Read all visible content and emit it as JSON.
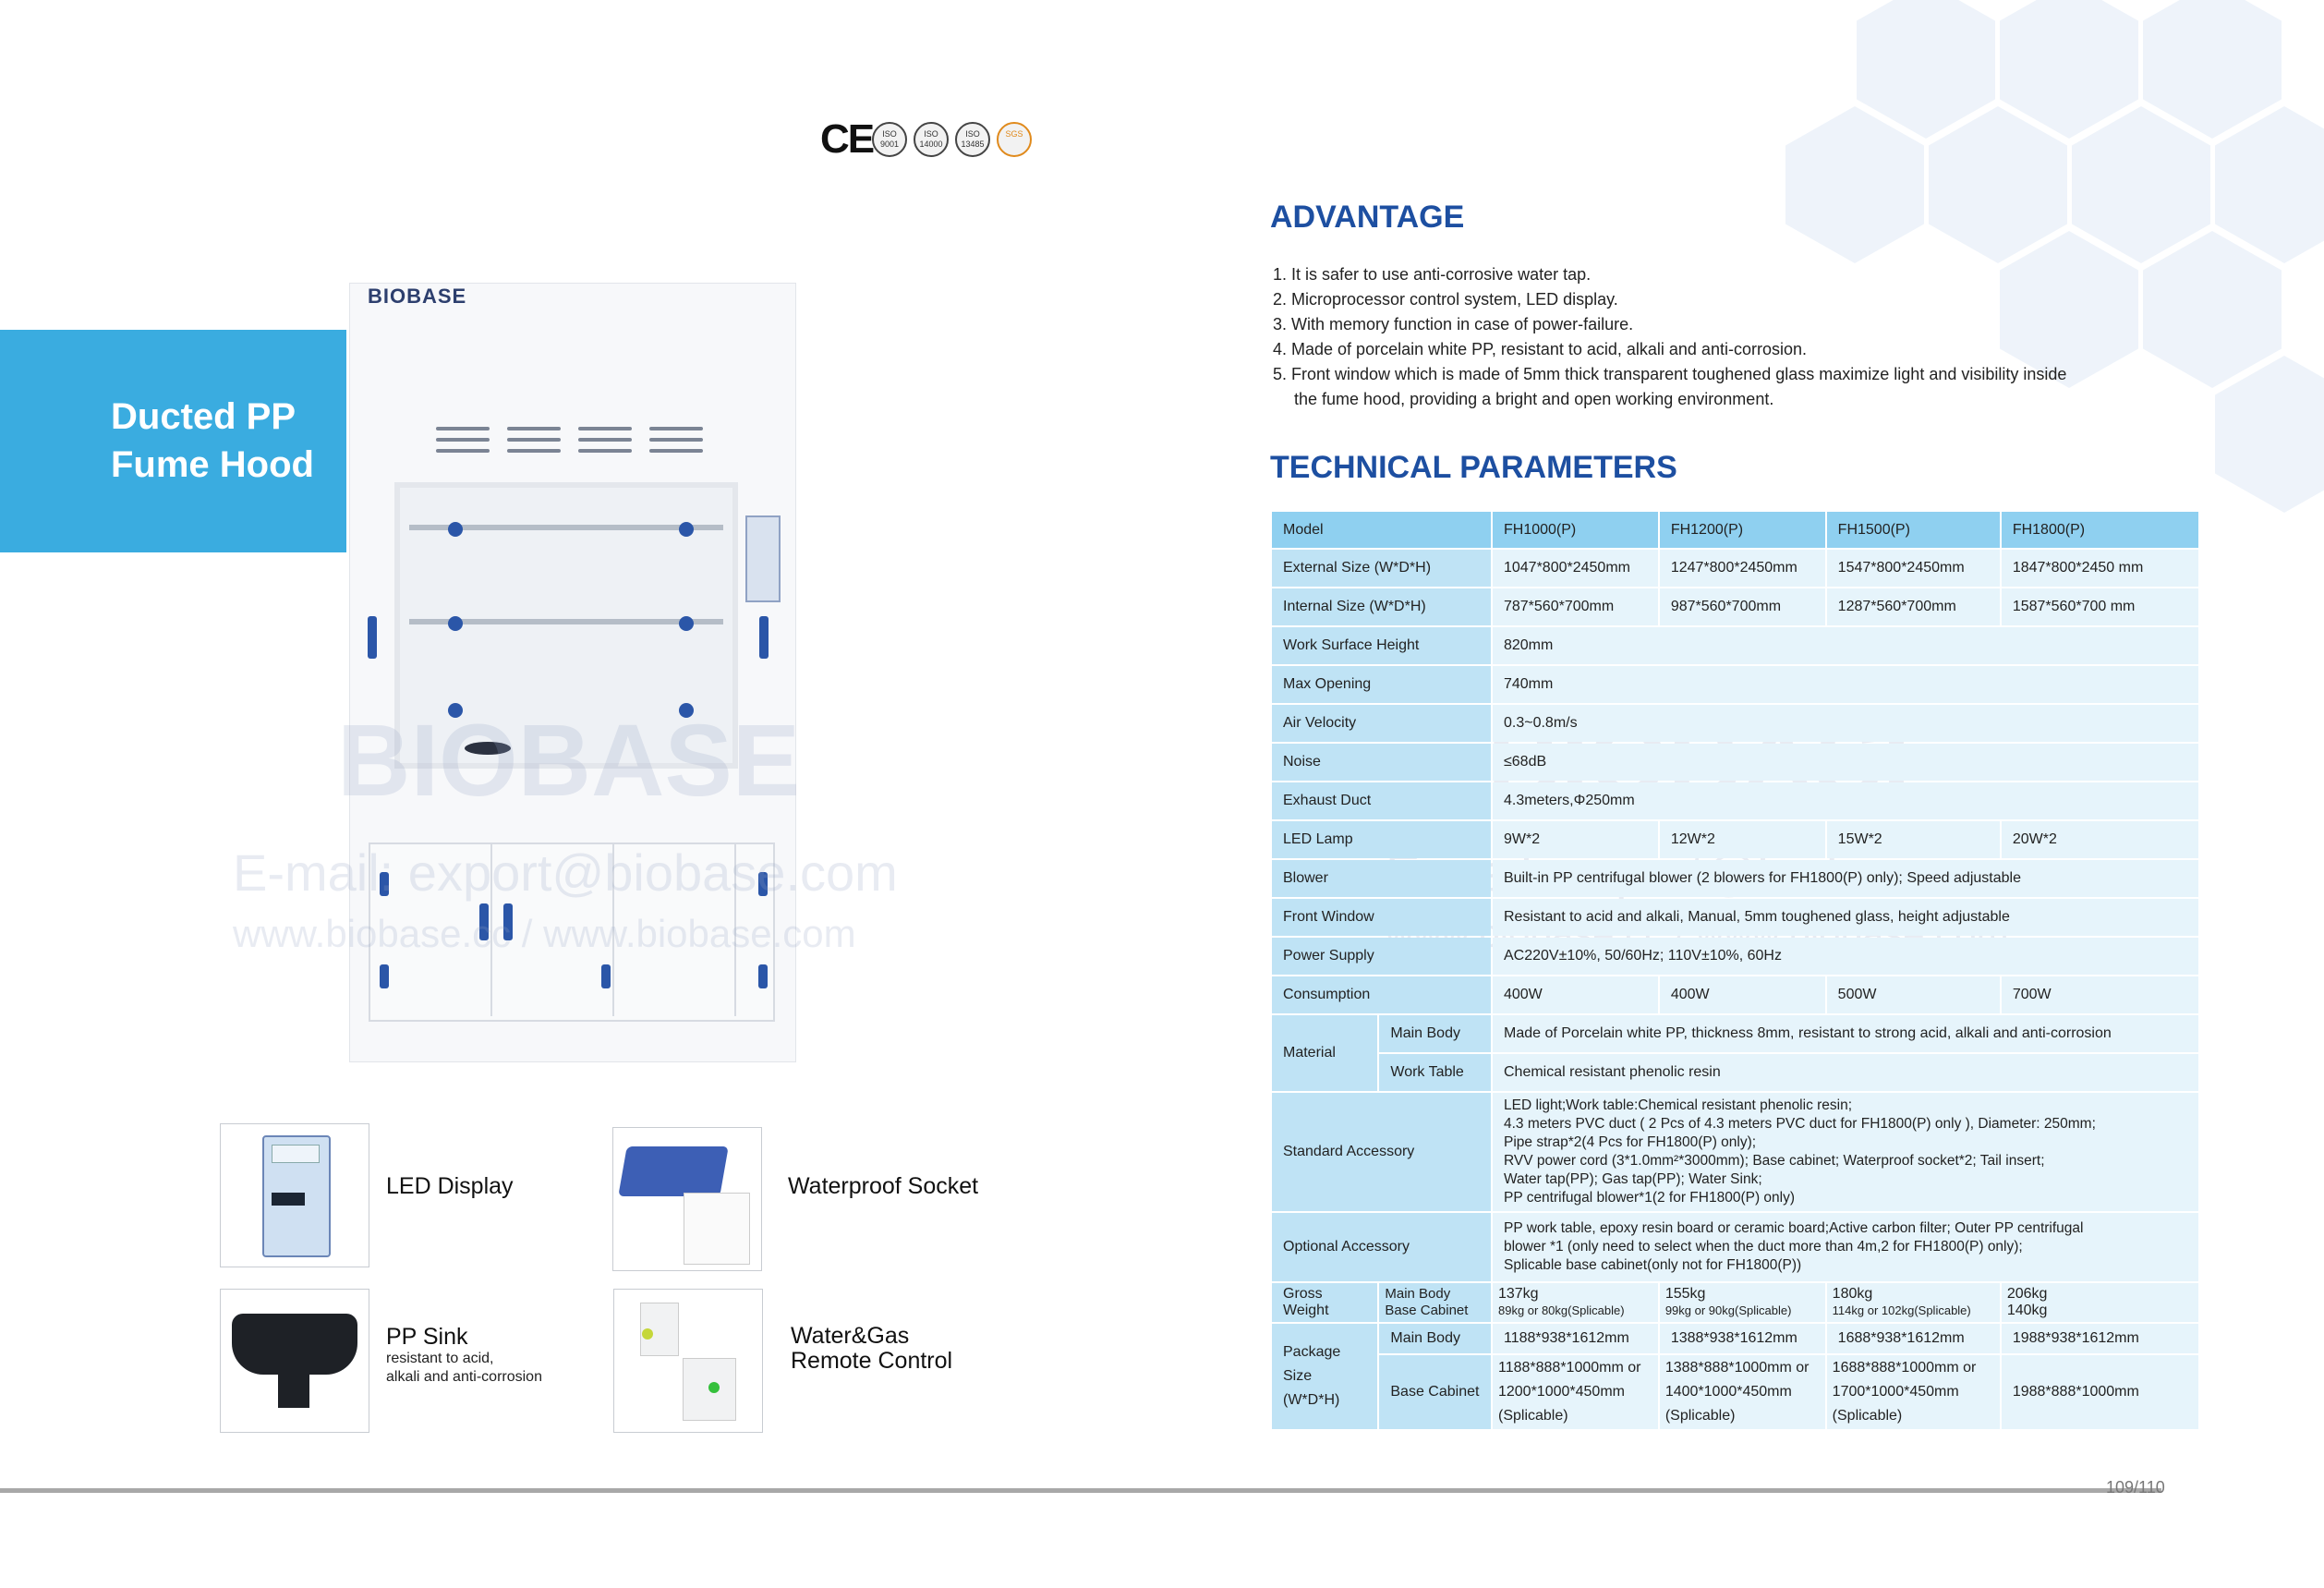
{
  "band_title": [
    "Ducted PP",
    "Fume Hood"
  ],
  "cert": {
    "ce": "CE",
    "badges": [
      "ISO 9001",
      "ISO 14000",
      "ISO 13485",
      "SGS"
    ]
  },
  "product_brand": "BIOBASE",
  "watermark": {
    "brand": "BIOBASE",
    "email": "E-mail: export@biobase.com",
    "web": "www.biobase.cc / www.biobase.com"
  },
  "features": [
    {
      "label": "LED Display",
      "sub": ""
    },
    {
      "label": "Waterproof Socket",
      "sub": ""
    },
    {
      "label": "PP Sink",
      "sub": "resistant to acid,\nalkali and anti-corrosion"
    },
    {
      "label": "Water&Gas\nRemote Control",
      "sub": ""
    }
  ],
  "advantage": {
    "heading": "ADVANTAGE",
    "items": [
      "1. It is safer to use anti-corrosive water tap.",
      "2. Microprocessor control system, LED display.",
      "3. With memory function in case of power-failure.",
      "4. Made of porcelain white PP, resistant to acid, alkali and anti-corrosion.",
      "5. Front window which is made of 5mm thick transparent toughened glass maximize light and visibility inside",
      "the fume hood, providing a bright and open working environment."
    ]
  },
  "tech": {
    "heading": "TECHNICAL PARAMETERS",
    "model_label": "Model",
    "models": [
      "FH1000(P)",
      "FH1200(P)",
      "FH1500(P)",
      "FH1800(P)"
    ],
    "external_label": "External Size (W*D*H)",
    "external": [
      "1047*800*2450mm",
      "1247*800*2450mm",
      "1547*800*2450mm",
      "1847*800*2450 mm"
    ],
    "internal_label": "Internal Size (W*D*H)",
    "internal": [
      "787*560*700mm",
      "987*560*700mm",
      "1287*560*700mm",
      "1587*560*700 mm"
    ],
    "work_surface_label": "Work Surface Height",
    "work_surface": "820mm",
    "max_opening_label": "Max Opening",
    "max_opening": "740mm",
    "air_velocity_label": "Air Velocity",
    "air_velocity": "0.3~0.8m/s",
    "noise_label": "Noise",
    "noise": "≤68dB",
    "exhaust_label": "Exhaust Duct",
    "exhaust": "4.3meters,Φ250mm",
    "led_label": "LED Lamp",
    "led": [
      "9W*2",
      "12W*2",
      "15W*2",
      "20W*2"
    ],
    "blower_label": "Blower",
    "blower": "Built-in PP centrifugal blower (2 blowers for FH1800(P) only); Speed adjustable",
    "front_window_label": "Front Window",
    "front_window": "Resistant to acid and alkali, Manual, 5mm toughened glass, height adjustable",
    "power_label": "Power Supply",
    "power": "AC220V±10%, 50/60Hz; 110V±10%, 60Hz",
    "consumption_label": "Consumption",
    "consumption": [
      "400W",
      "400W",
      "500W",
      "700W"
    ],
    "material_label": "Material",
    "material_main_label": "Main Body",
    "material_main": "Made of  Porcelain white PP, thickness 8mm, resistant to strong acid, alkali and anti-corrosion",
    "material_table_label": "Work Table",
    "material_table": "Chemical resistant phenolic resin",
    "std_acc_label": "Standard Accessory",
    "std_acc": [
      "LED light;Work table:Chemical resistant phenolic resin;",
      "4.3 meters PVC duct ( 2 Pcs of 4.3 meters PVC duct for FH1800(P) only ), Diameter: 250mm;",
      "Pipe strap*2(4 Pcs for FH1800(P) only);",
      "RVV power cord (3*1.0mm²*3000mm); Base cabinet; Waterproof socket*2; Tail insert;",
      "Water tap(PP); Gas tap(PP); Water Sink;",
      "PP centrifugal blower*1(2 for FH1800(P) only)"
    ],
    "opt_acc_label": "Optional Accessory",
    "opt_acc": [
      "PP work table, epoxy resin board or ceramic board;Active carbon filter; Outer PP centrifugal",
      "blower *1 (only need to select when the duct more than 4m,2 for FH1800(P) only);",
      "Splicable base cabinet(only not for FH1800(P))"
    ],
    "gross_label": "Gross Weight",
    "gross_sub": [
      "Main Body",
      "Base Cabinet"
    ],
    "gross": [
      [
        "137kg",
        "89kg or 80kg(Splicable)"
      ],
      [
        "155kg",
        "99kg or 90kg(Splicable)"
      ],
      [
        "180kg",
        "114kg or 102kg(Splicable)"
      ],
      [
        "206kg",
        "140kg"
      ]
    ],
    "package_label": [
      "Package Size",
      "(W*D*H)"
    ],
    "package_main_label": "Main Body",
    "package_main": [
      "1188*938*1612mm",
      "1388*938*1612mm",
      "1688*938*1612mm",
      "1988*938*1612mm"
    ],
    "package_base_label": "Base Cabinet",
    "package_base": [
      [
        "1188*888*1000mm or",
        "1200*1000*450mm",
        "(Splicable)"
      ],
      [
        "1388*888*1000mm or",
        "1400*1000*450mm",
        "(Splicable)"
      ],
      [
        "1688*888*1000mm or",
        "1700*1000*450mm",
        "(Splicable)"
      ],
      [
        "1988*888*1000mm",
        "",
        ""
      ]
    ]
  },
  "page_number": "109/110"
}
